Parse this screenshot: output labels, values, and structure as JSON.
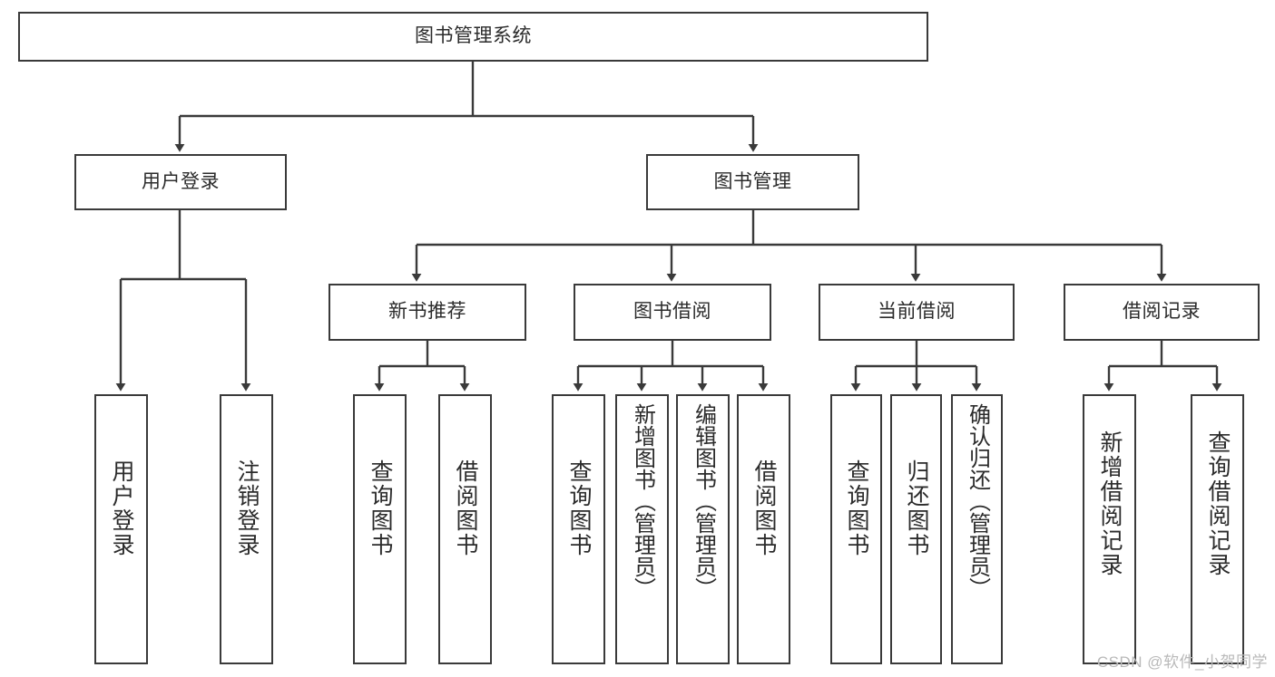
{
  "diagram": {
    "type": "tree-hierarchy",
    "title": "图书管理系统",
    "root": {
      "id": "root",
      "label": "图书管理系统",
      "orientation": "horizontal"
    },
    "level2": [
      {
        "id": "user-login",
        "label": "用户登录",
        "orientation": "horizontal"
      },
      {
        "id": "book-management",
        "label": "图书管理",
        "orientation": "horizontal"
      }
    ],
    "level3": [
      {
        "id": "new-book-recommend",
        "label": "新书推荐",
        "orientation": "horizontal",
        "parent": "book-management"
      },
      {
        "id": "book-borrow",
        "label": "图书借阅",
        "orientation": "horizontal",
        "parent": "book-management"
      },
      {
        "id": "current-borrow",
        "label": "当前借阅",
        "orientation": "horizontal",
        "parent": "book-management"
      },
      {
        "id": "borrow-record",
        "label": "借阅记录",
        "orientation": "horizontal",
        "parent": "book-management"
      }
    ],
    "leaves": [
      {
        "id": "leaf-user-login",
        "label": "用户登录",
        "parent": "user-login",
        "orientation": "vertical"
      },
      {
        "id": "leaf-logout-login",
        "label": "注销登录",
        "parent": "user-login",
        "orientation": "vertical"
      },
      {
        "id": "leaf-query-book-rec",
        "label": "查询图书",
        "parent": "new-book-recommend",
        "orientation": "vertical"
      },
      {
        "id": "leaf-borrow-book-rec",
        "label": "借阅图书",
        "parent": "new-book-recommend",
        "orientation": "vertical"
      },
      {
        "id": "leaf-query-book-borrow",
        "label": "查询图书",
        "parent": "book-borrow",
        "orientation": "vertical"
      },
      {
        "id": "leaf-add-book",
        "label": "新增图书（管理员）",
        "parent": "book-borrow",
        "orientation": "vertical"
      },
      {
        "id": "leaf-edit-book",
        "label": "编辑图书（管理员）",
        "parent": "book-borrow",
        "orientation": "vertical"
      },
      {
        "id": "leaf-borrow-book",
        "label": "借阅图书",
        "parent": "book-borrow",
        "orientation": "vertical"
      },
      {
        "id": "leaf-query-book-current",
        "label": "查询图书",
        "parent": "current-borrow",
        "orientation": "vertical"
      },
      {
        "id": "leaf-return-book",
        "label": "归还图书",
        "parent": "current-borrow",
        "orientation": "vertical"
      },
      {
        "id": "leaf-confirm-return",
        "label": "确认归还（管理员）",
        "parent": "current-borrow",
        "orientation": "vertical"
      },
      {
        "id": "leaf-add-record",
        "label": "新增借阅记录",
        "parent": "borrow-record",
        "orientation": "vertical"
      },
      {
        "id": "leaf-query-record",
        "label": "查询借阅记录",
        "parent": "borrow-record",
        "orientation": "vertical"
      }
    ],
    "colors": {
      "box_border": "#3a3a3a",
      "box_fill": "#ffffff",
      "connector": "#3a3a3a",
      "text": "#2b2b2b",
      "watermark": "#b9b9b9"
    }
  },
  "watermark": {
    "text": "CSDN @软件_小贺同学"
  }
}
